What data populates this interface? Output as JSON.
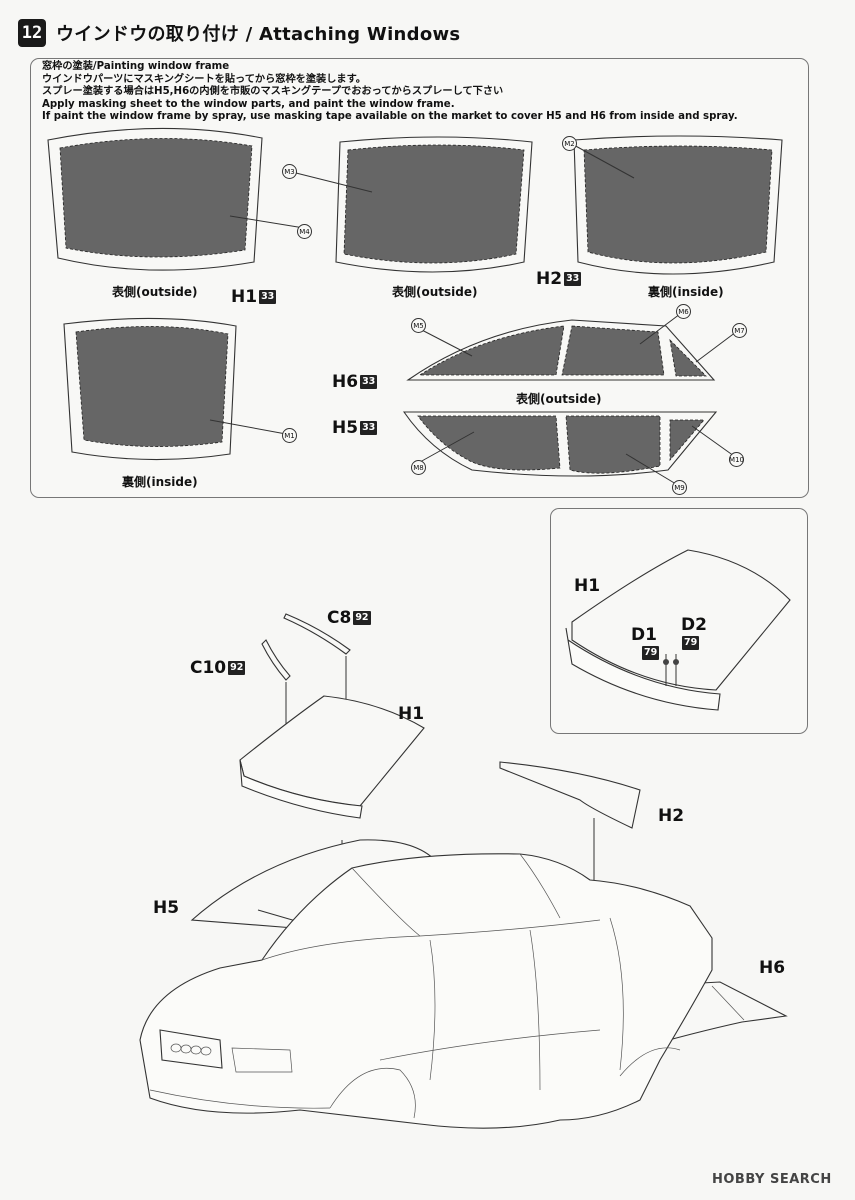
{
  "step": {
    "number": "12",
    "title": "ウインドウの取り付け / Attaching Windows"
  },
  "instructions": [
    "窓枠の塗装/Painting window frame",
    "ウインドウパーツにマスキングシートを貼ってから窓枠を塗装します。",
    "スプレー塗装する場合はH5,H6の内側を市販のマスキングテープでおおってからスプレーして下さい",
    "Apply masking sheet to the window parts, and paint the window frame.",
    "If paint the window frame by spray, use masking tape available on the market to cover H5 and H6 from inside and spray."
  ],
  "labels": {
    "outside1": "表側(outside)",
    "outside2": "表側(outside)",
    "inside1": "裏側(inside)",
    "inside2": "裏側(inside)",
    "outside3": "表側(outside)"
  },
  "parts_top": {
    "h1": {
      "name": "H1",
      "sprue": "33"
    },
    "h2": {
      "name": "H2",
      "sprue": "33"
    },
    "h6": {
      "name": "H6",
      "sprue": "33"
    },
    "h5": {
      "name": "H5",
      "sprue": "33"
    }
  },
  "mask_markers": {
    "m1": "M1",
    "m2": "M2",
    "m3": "M3",
    "m4": "M4",
    "m5": "M5",
    "m6": "M6",
    "m7": "M7",
    "m8": "M8",
    "m9": "M9",
    "m10": "M10"
  },
  "inset": {
    "h1": "H1",
    "d1": {
      "name": "D1",
      "sprue": "79"
    },
    "d2": {
      "name": "D2",
      "sprue": "79"
    }
  },
  "assembly": {
    "c8": {
      "name": "C8",
      "sprue": "92"
    },
    "c10": {
      "name": "C10",
      "sprue": "92"
    },
    "h1": "H1",
    "h2": "H2",
    "h5": "H5",
    "h6": "H6"
  },
  "watermark": "HOBBY SEARCH"
}
